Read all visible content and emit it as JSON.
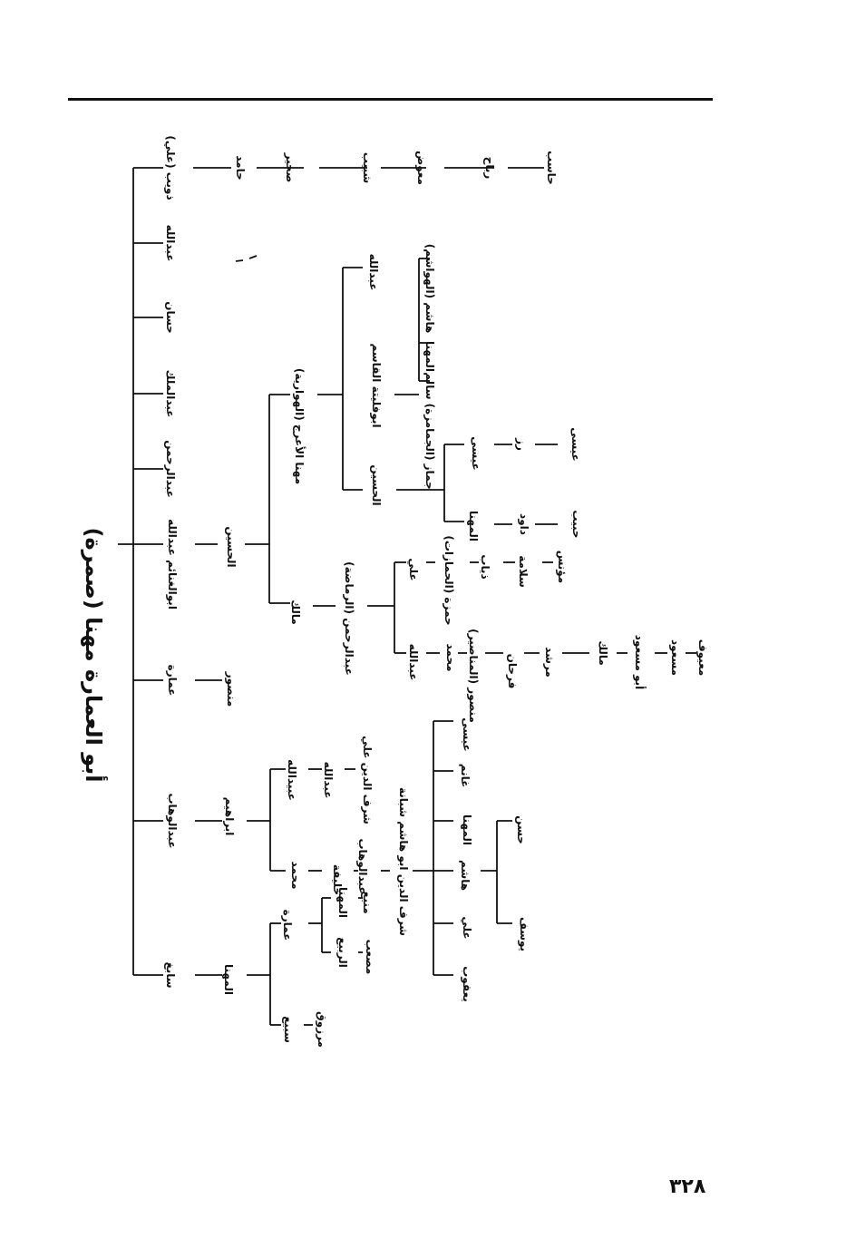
{
  "title": "أبو العمارة مهنا (صمرة)",
  "page_number": "٣٢٨",
  "nodes": [
    "ذويب (علي)",
    "عبدالله",
    "حسان",
    "عبدالملك",
    "عبدالرحمن",
    "ابوالغنائم عبدالله",
    "عمارة",
    "عبدالوهاب",
    "سابغ",
    "حامد",
    "صخير",
    "شبيب",
    "معوض",
    "رباح",
    "حاسب",
    "الحسين",
    "مهنا الأعرج (الهوارية)",
    "مالك",
    "عبدالله",
    "ابوفليتة القاسم",
    "الحسين",
    "هاشم (الهواشم)",
    "المهنا",
    "جماز (الجمامزة) سالم",
    "عيسى",
    "رز",
    "عيسى",
    "المهنا",
    "داود",
    "حبيب",
    "عبدالرحمن (الرماضة)",
    "علي",
    "حمزة (الحمازات)",
    "ذياب",
    "سلامة",
    "مؤنس",
    "عبدالله",
    "محمد",
    "منصور (المناصير)",
    "فرحان",
    "مرشد",
    "مالك",
    "أبو مسعود",
    "مسعود",
    "معيوف",
    "منصور",
    "ابراهيم",
    "عبيدالله",
    "عبدالله",
    "شرف الدين علي",
    "محمد",
    "خليفة",
    "عبدالوهاب",
    "شرف الدين ابو هاشم شبانة",
    "عيسى",
    "غانم",
    "المهنا",
    "هاشم",
    "علي",
    "يعقوب",
    "حسن",
    "يوسف",
    "المهنا",
    "عمارة",
    "المهنا",
    "منيع",
    "الربيع",
    "مصعب",
    "سبيع",
    "مرزوق"
  ]
}
